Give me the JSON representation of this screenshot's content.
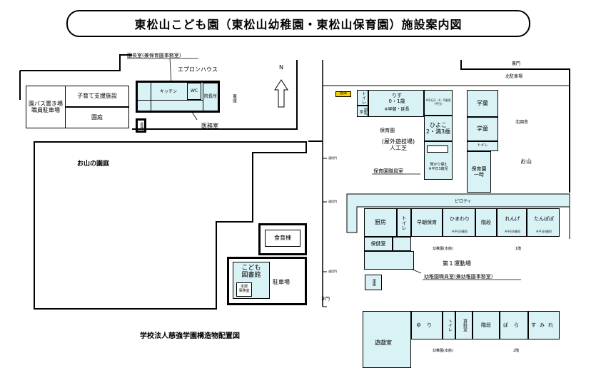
{
  "title": "東松山こども園（東松山幼稚園・東松山保育園）施設案内図",
  "caption": "学校法人慈強学園構造物配置図",
  "north": "N",
  "left": {
    "bus_parking": "園バス置き場\n職員駐車場",
    "support": "子育て支援施設",
    "garden": "園庭",
    "director_label": "園長室(兼保育園事務室)",
    "apron": "エプロンハウス",
    "kitchen": "キッチン",
    "wc": "WC",
    "director_room": "院長所",
    "garage": "車庫",
    "storage": "倉庫",
    "medical": "医務室",
    "mountain_garden": "お山の園庭",
    "shokuiku": "食育棟",
    "library": "こども\n図書館",
    "library_office": "本部\n事務室",
    "parking": "駐車場"
  },
  "right": {
    "back_gate": "裏門",
    "north_parking": "北駐車場",
    "storeroom": "倉庫",
    "toilet": "トイレ",
    "nursing": "調乳室",
    "risu": "りす\n0・1歳",
    "risu_note": "※早朝・延長",
    "infant_note": "※平日3・4・5歳児（平日）",
    "hiyoko": "ひよこ\n2・満3歳",
    "gakudou1": "学童",
    "gakudou2": "学童",
    "small_toilet": "トイレ",
    "hoikuen_temp": "保育園\n一時",
    "north_bldg": "北園舎",
    "oyama": "お山",
    "hoikuen": "保育園",
    "outdoor": "(屋外遊技場)\n人工芝",
    "staff_room_label": "保育園職員室",
    "azukari": "預かり保3\n※平日3歳児",
    "west_gate1": "通用門",
    "west_gate2": "通用門",
    "west_gate3": "通用門",
    "main_gate": "正門",
    "pilotis": "ピロティ",
    "kitchen2": "厨房",
    "toilet2": "トイレ",
    "early_care": "早朝保育",
    "himawari": "ひまわり",
    "stairs": "階段",
    "renge": "れんげ",
    "tanpopo": "たんぽぽ",
    "health": "保健室",
    "note_3yo": "※平日3歳児",
    "note_4yo": "※平日4歳児",
    "kinder_main": "幼稚園(本館)",
    "floor1": "1階",
    "gym": "第１運動場",
    "kinder_staff_label": "幼稚園職員室(兼幼稚園事務室)",
    "garage2": "車庫",
    "yuri": "ゆり",
    "toilet3": "トイレ",
    "materials": "資料室",
    "stairs2": "階段",
    "bara": "ばら",
    "sumire": "すみれ",
    "playroom": "遊戯室",
    "kinder_main2": "幼稚園(本館)",
    "floor2": "2階"
  },
  "colors": {
    "fill": "#d9f2f5",
    "line": "#000000",
    "stored": "#f5d000"
  },
  "icons": {
    "north_arrow": "arrow-up-outline"
  }
}
